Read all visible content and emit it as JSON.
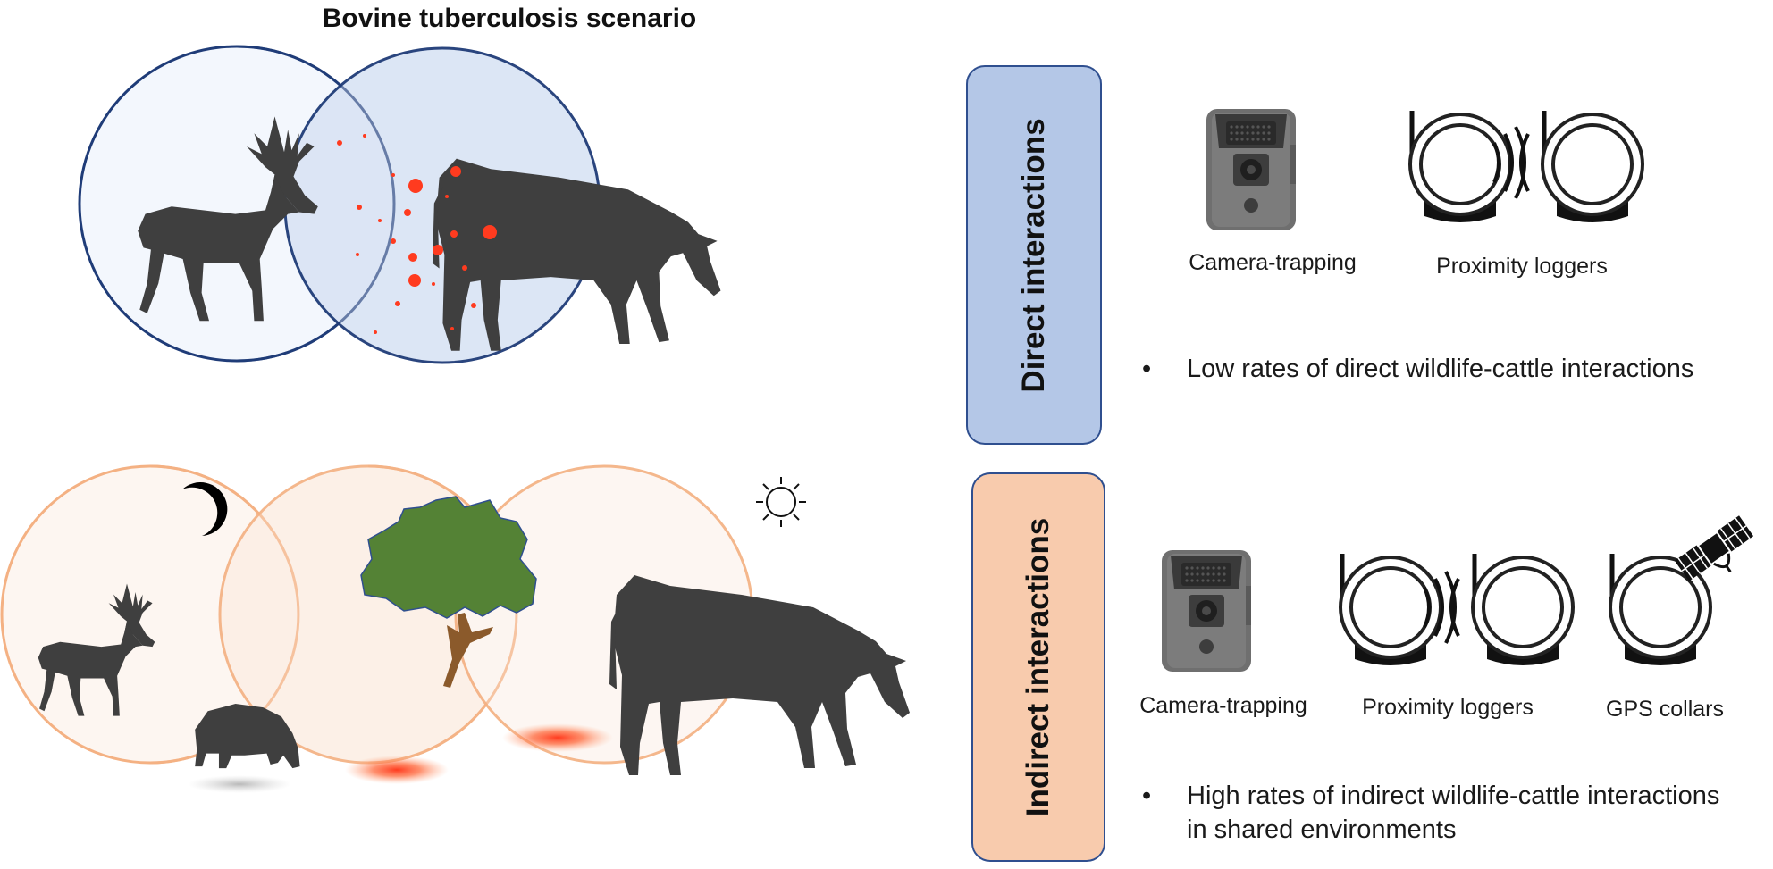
{
  "diagram": {
    "title": "Bovine tuberculosis scenario",
    "direct": {
      "label": "Direct interactions",
      "tools": [
        "Camera-trapping",
        "Proximity loggers"
      ],
      "bullet_symbol": "•",
      "finding": "Low rates of direct wildlife-cattle interactions"
    },
    "indirect": {
      "label": "Indirect interactions",
      "tools": [
        "Camera-trapping",
        "Proximity loggers",
        "GPS collars"
      ],
      "bullet_symbol": "•",
      "finding": "High rates of indirect wildlife-cattle interactions in shared environments"
    }
  },
  "colors": {
    "direct_box_fill": "#b4c7e7",
    "direct_box_stroke": "#2f4f8f",
    "indirect_box_fill": "#f8cbad",
    "indirect_box_stroke": "#2f4f8f",
    "direct_circle_stroke": "#1f3c78",
    "indirect_circle_stroke": "#f4b183",
    "animal_silhouette": "#3f3f3f",
    "pathogen_spot": "#ff3b1f",
    "tree_crown": "#548235",
    "tree_trunk": "#8b5a2b",
    "device_gray": "#6f6f6f"
  },
  "icons": [
    "deer-icon",
    "cow-icon",
    "wild-boar-icon",
    "moon-icon",
    "sun-icon",
    "tree-icon",
    "camera-trap-icon",
    "proximity-logger-icon",
    "gps-collar-icon",
    "satellite-icon"
  ]
}
